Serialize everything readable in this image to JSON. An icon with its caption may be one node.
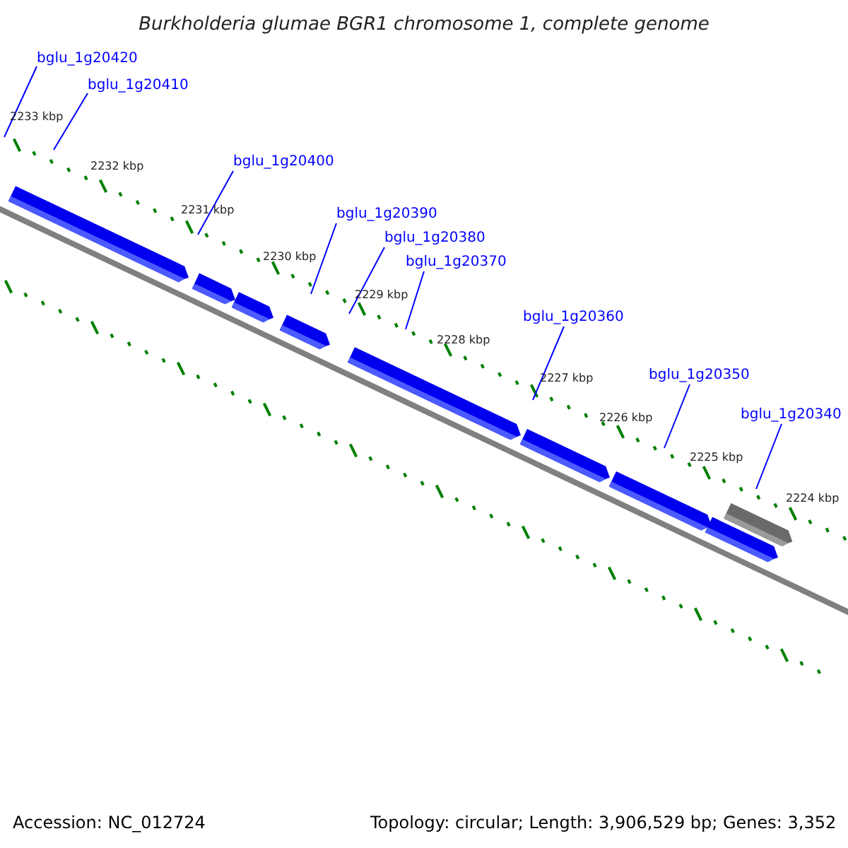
{
  "diagram": {
    "title": "Burkholderia glumae BGR1 chromosome 1, complete genome",
    "nodes": [
      {
        "text": [
          "bglu_1g20420"
        ]
      },
      {
        "text": [
          "bglu_1g20410"
        ]
      },
      {
        "text": [
          "bglu_1g20400"
        ]
      },
      {
        "text": [
          "bglu_1g20390"
        ]
      },
      {
        "text": [
          "bglu_1g20380"
        ]
      },
      {
        "text": [
          "bglu_1g20370"
        ]
      },
      {
        "text": [
          "bglu_1g20360"
        ]
      },
      {
        "text": [
          "bglu_1g20350"
        ]
      },
      {
        "text": [
          "bglu_1g20340"
        ]
      }
    ],
    "edges": [
      {
        "from": 0,
        "to": null,
        "arrow": "none"
      },
      {
        "from": 1,
        "to": null,
        "arrow": "none"
      },
      {
        "from": 2,
        "to": null,
        "arrow": "none"
      },
      {
        "from": 3,
        "to": null,
        "arrow": "none"
      },
      {
        "from": 4,
        "to": null,
        "arrow": "none"
      },
      {
        "from": 5,
        "to": null,
        "arrow": "none"
      },
      {
        "from": 6,
        "to": null,
        "arrow": "none"
      },
      {
        "from": 7,
        "to": null,
        "arrow": "none"
      },
      {
        "from": 8,
        "to": null,
        "arrow": "none"
      }
    ],
    "labels": [
      "2233 kbp",
      "2232 kbp",
      "2231 kbp",
      "2230 kbp",
      "2229 kbp",
      "2228 kbp",
      "2227 kbp",
      "2226 kbp",
      "2225 kbp",
      "2224 kbp",
      "Accession: NC_012724",
      "Topology: circular; Length: 3,906,529 bp; Genes: 3,352"
    ]
  }
}
